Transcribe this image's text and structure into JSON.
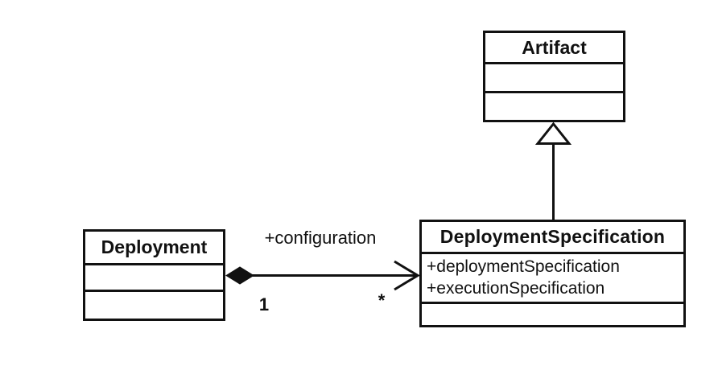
{
  "diagram": {
    "classes": {
      "artifact": {
        "name": "Artifact",
        "attributes": [],
        "empty_compartments": 2
      },
      "deployment": {
        "name": "Deployment",
        "attributes": [],
        "empty_compartments": 2
      },
      "deployment_specification": {
        "name": "DeploymentSpecification",
        "attributes": [
          "+deploymentSpecification",
          "+executionSpecification"
        ],
        "empty_compartments": 1
      }
    },
    "relationships": {
      "generalization": {
        "type": "generalization",
        "from": "DeploymentSpecification",
        "to": "Artifact"
      },
      "association": {
        "type": "composition",
        "from": "Deployment",
        "to": "DeploymentSpecification",
        "label": "+configuration",
        "from_multiplicity": "1",
        "to_multiplicity": "*"
      }
    },
    "colors": {
      "line": "#111111",
      "background": "#ffffff",
      "text": "#111111"
    }
  }
}
